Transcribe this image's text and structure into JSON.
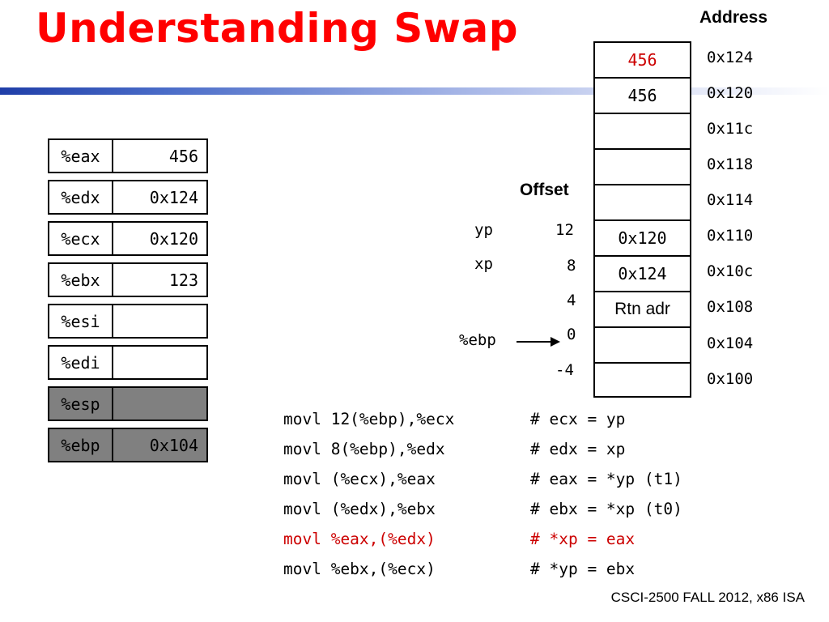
{
  "slide": {
    "title": "Understanding Swap",
    "footer": "CSCI-2500 FALL 2012, x86 ISA"
  },
  "registers": [
    {
      "name": "%eax",
      "value": "456"
    },
    {
      "name": "%edx",
      "value": "0x124"
    },
    {
      "name": "%ecx",
      "value": "0x120"
    },
    {
      "name": "%ebx",
      "value": "123"
    },
    {
      "name": "%esi",
      "value": ""
    },
    {
      "name": "%edi",
      "value": ""
    },
    {
      "name": "%esp",
      "value": ""
    },
    {
      "name": "%ebp",
      "value": "0x104"
    }
  ],
  "stack": {
    "address_header": "Address",
    "offset_header": "Offset",
    "cells": [
      {
        "value": "456",
        "address": "0x124"
      },
      {
        "value": "456",
        "address": "0x120"
      },
      {
        "value": "",
        "address": "0x11c"
      },
      {
        "value": "",
        "address": "0x118"
      },
      {
        "value": "",
        "address": "0x114"
      },
      {
        "value": "0x120",
        "address": "0x110"
      },
      {
        "value": "0x124",
        "address": "0x10c"
      },
      {
        "value": "Rtn adr",
        "address": "0x108"
      },
      {
        "value": "",
        "address": "0x104"
      },
      {
        "value": "",
        "address": "0x100"
      }
    ],
    "offsets": [
      {
        "label": "yp",
        "offset": "12"
      },
      {
        "label": "xp",
        "offset": "8"
      },
      {
        "label": "",
        "offset": "4"
      },
      {
        "label": "%ebp",
        "offset": "0"
      },
      {
        "label": "",
        "offset": "-4"
      }
    ]
  },
  "code": [
    {
      "instr": "movl 12(%ebp),%ecx",
      "comment": "# ecx = yp"
    },
    {
      "instr": "movl 8(%ebp),%edx",
      "comment": "# edx = xp"
    },
    {
      "instr": "movl (%ecx),%eax",
      "comment": "# eax = *yp (t1)"
    },
    {
      "instr": "movl (%edx),%ebx",
      "comment": "# ebx = *xp (t0)"
    },
    {
      "instr": "movl %eax,(%edx)",
      "comment": "# *xp = eax"
    },
    {
      "instr": "movl %ebx,(%ecx)",
      "comment": "# *yp = ebx"
    }
  ],
  "colors": {
    "title": "#ff0000",
    "highlight": "#cc0000",
    "shaded_register": "#808080"
  }
}
